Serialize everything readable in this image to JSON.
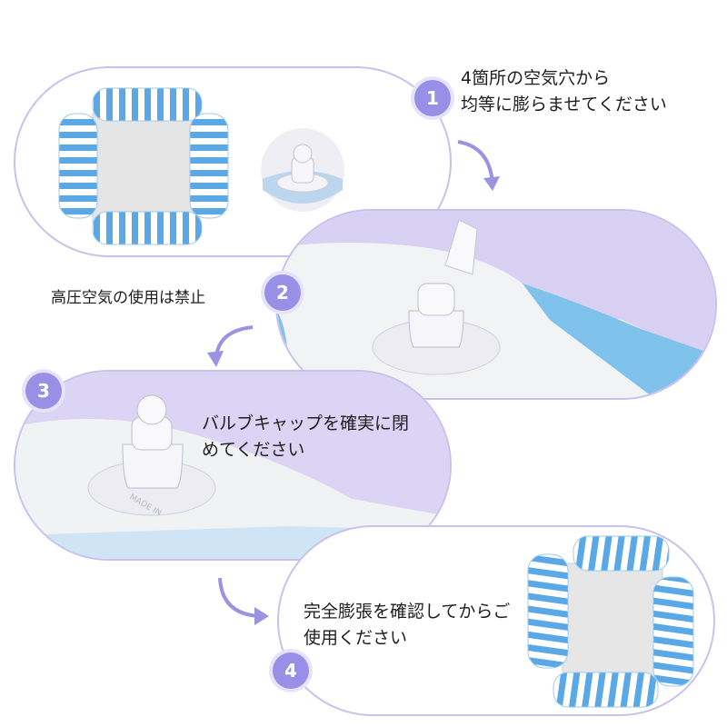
{
  "steps": [
    {
      "number": "1",
      "text_line1": "4箇所の空気穴から",
      "text_line2": "均等に膨らませてください"
    },
    {
      "number": "2",
      "text": "高圧空気の使用は禁止"
    },
    {
      "number": "3",
      "text_line1": "バルブキャップを確実に閉",
      "text_line2": "めてください"
    },
    {
      "number": "4",
      "text_line1": "完全膨張を確認してからご",
      "text_line2": "使用ください"
    }
  ],
  "valve_embossed_text": "MADE IN",
  "colors": {
    "panel_border": "#c9c1ec",
    "badge": "#9a8fe6",
    "arrow": "#9b92e2",
    "stripe_blue": "#5aa8e6",
    "lavender_bg": "#d9d1f3"
  },
  "icons": [
    "curved-arrow-down-right-icon",
    "curved-arrow-down-left-icon",
    "curved-arrow-right-icon"
  ]
}
